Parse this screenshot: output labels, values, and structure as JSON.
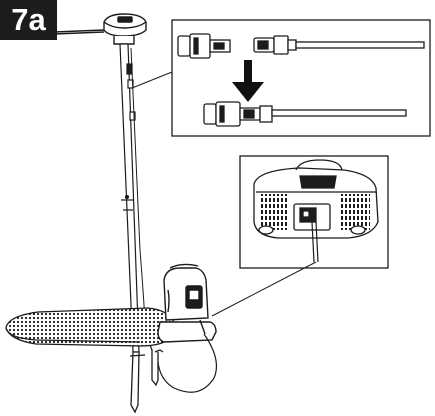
{
  "step": {
    "label": "7a"
  },
  "colors": {
    "ink": "#1c1c1c",
    "paper": "#ffffff",
    "arrow": "#111111"
  },
  "panels": {
    "connector_detail": "cable-connector-plug-in",
    "base_detail": "charging-station-underside-port"
  },
  "icons": {
    "arrow": "arrow-down-icon",
    "antenna": "gps-antenna-icon",
    "station": "charging-station-icon"
  }
}
